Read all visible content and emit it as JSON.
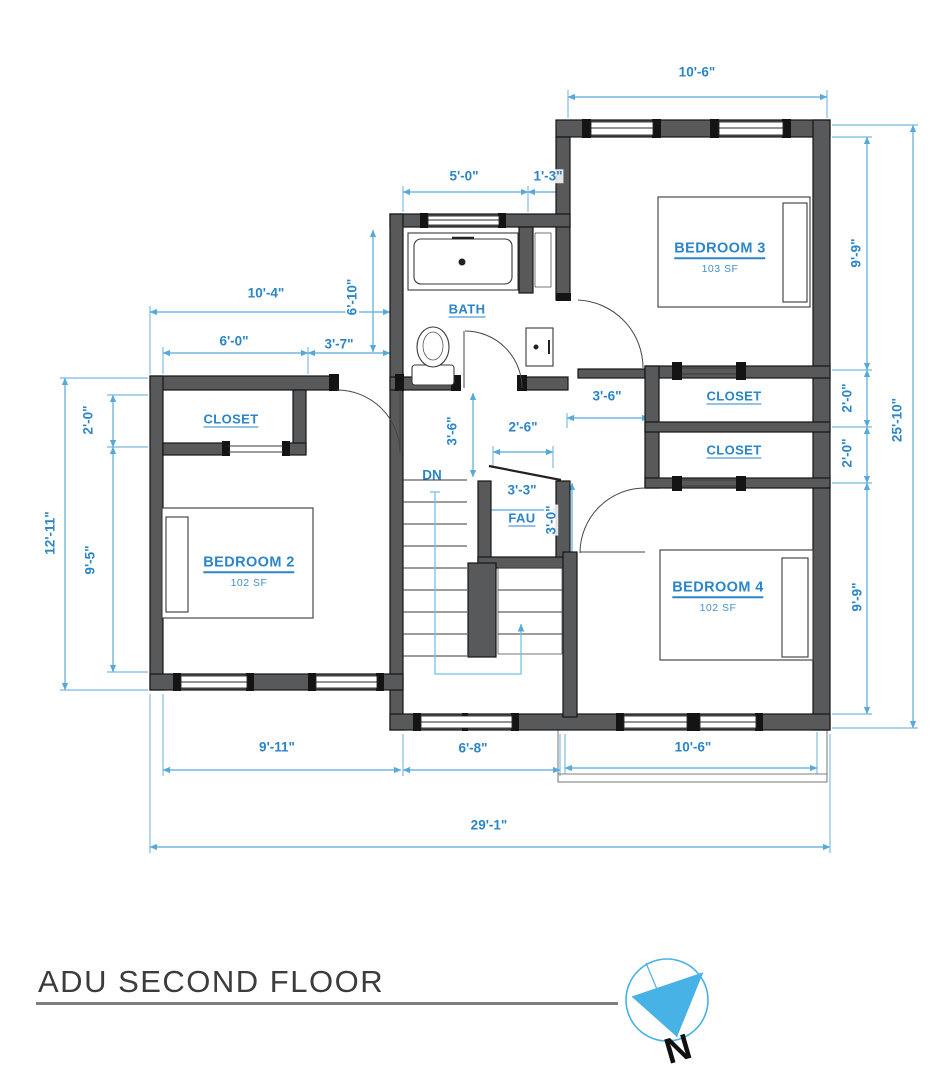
{
  "title": {
    "text": "ADU SECOND FLOOR"
  },
  "compass": {
    "label": "N"
  },
  "stairs": {
    "down_label": "DN"
  },
  "rooms": {
    "bedroom2": {
      "name": "BEDROOM 2",
      "area": "102 SF"
    },
    "bedroom3": {
      "name": "BEDROOM 3",
      "area": "103 SF"
    },
    "bedroom4": {
      "name": "BEDROOM 4",
      "area": "102 SF"
    },
    "bath": {
      "name": "BATH"
    },
    "fau": {
      "name": "FAU"
    },
    "closet_left": {
      "name": "CLOSET"
    },
    "closet_upper_right": {
      "name": "CLOSET"
    },
    "closet_lower_right": {
      "name": "CLOSET"
    }
  },
  "dimensions": {
    "bedroom3_width_top": "10'-6\"",
    "bath_width": "5'-0\"",
    "bath_nook_width": "1'-3\"",
    "upper_left_width": "10'-4\"",
    "left_wing_height": "6'-10\"",
    "closet_left_width": "6'-0\"",
    "hall_west_width": "3'-7\"",
    "closet_left_depth": "2'-0\"",
    "west_wall_height": "12'-11\"",
    "bedroom2_depth": "9'-5\"",
    "hall_east_width": "3'-6\"",
    "stair_hall_width": "3'-6\"",
    "fau_door_width": "2'-6\"",
    "fau_width": "3'-3\"",
    "fau_depth": "3'-0\"",
    "bedroom3_depth": "9'-9\"",
    "closet_upper_right_depth": "2'-0\"",
    "closet_lower_right_depth": "2'-0\"",
    "east_wall_height": "25'-10\"",
    "bedroom4_depth": "9'-9\"",
    "bedroom2_width_bottom": "9'-11\"",
    "stairwell_width_bottom": "6'-8\"",
    "bedroom4_width_bottom": "10'-6\"",
    "overall_width": "29'-1\"",
    "colors": ""
  },
  "colors": {
    "dimension_blue": "#2b85c7",
    "line_blue": "#57a9da",
    "wall_gray": "#58595b",
    "compass_blue": "#47b2e5"
  }
}
